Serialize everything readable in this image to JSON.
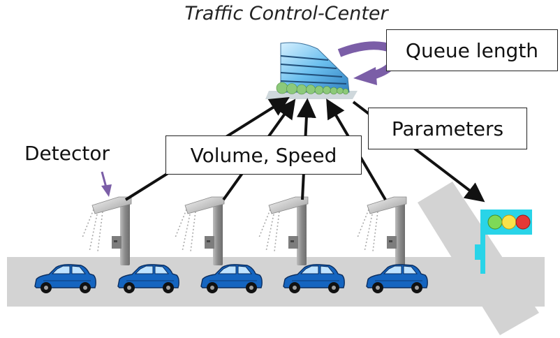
{
  "title": "Traffic Control-Center",
  "labels": {
    "queue_length": "Queue length",
    "parameters": "Parameters",
    "volume_speed": "Volume, Speed",
    "detector": "Detector"
  },
  "colors": {
    "road": "#d3d3d3",
    "car_body": "#1565c0",
    "pole": "#9e9e9e",
    "traffic_light_frame": "#29d4e8",
    "curved_arrow": "#7b5ea7",
    "detector_pointer": "#7b5ea7",
    "light_red": "#e53935",
    "light_yellow": "#f9e24a",
    "light_green": "#7ed957"
  },
  "icons": [
    "building-icon",
    "detector-icon",
    "car-icon",
    "traffic-light-icon"
  ]
}
